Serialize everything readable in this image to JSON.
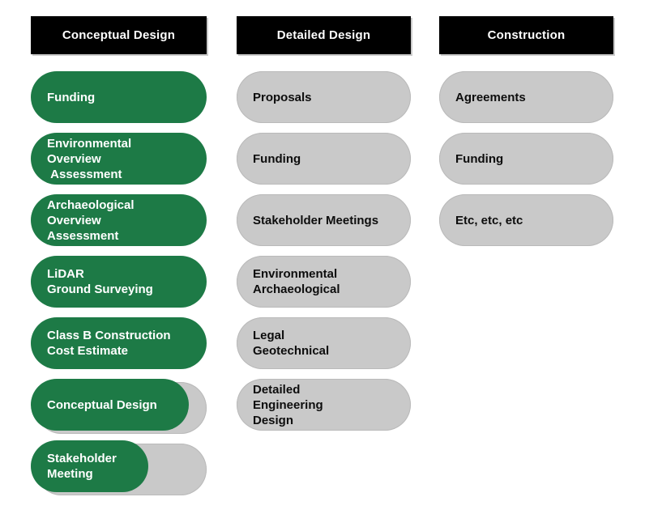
{
  "colors": {
    "completed_pill": "#1d7a46",
    "pending_pill": "#c9c9c9",
    "header_bg": "#000000",
    "header_text": "#ffffff",
    "background": "#ffffff"
  },
  "columns": [
    {
      "header": "Conceptual Design",
      "items": [
        {
          "label": "Funding",
          "style": "completed"
        },
        {
          "label": "Environmental\nOverview\n Assessment",
          "style": "completed"
        },
        {
          "label": "Archaeological\nOverview\nAssessment",
          "style": "completed"
        },
        {
          "label": "LiDAR\nGround Surveying",
          "style": "completed"
        },
        {
          "label": "Class B Construction\nCost Estimate",
          "style": "completed"
        },
        {
          "label": "Conceptual Design",
          "style": "partially_completed"
        },
        {
          "label": "Stakeholder\nMeeting",
          "style": "partially_completed"
        }
      ]
    },
    {
      "header": "Detailed Design",
      "items": [
        {
          "label": "Proposals",
          "style": "pending"
        },
        {
          "label": "Funding",
          "style": "pending"
        },
        {
          "label": "Stakeholder Meetings",
          "style": "pending"
        },
        {
          "label": "Environmental\nArchaeological",
          "style": "pending"
        },
        {
          "label": "Legal\nGeotechnical",
          "style": "pending"
        },
        {
          "label": "Detailed\nEngineering\nDesign",
          "style": "pending"
        }
      ]
    },
    {
      "header": "Construction",
      "items": [
        {
          "label": "Agreements",
          "style": "pending"
        },
        {
          "label": "Funding",
          "style": "pending"
        },
        {
          "label": "Etc, etc, etc",
          "style": "pending"
        }
      ]
    }
  ]
}
